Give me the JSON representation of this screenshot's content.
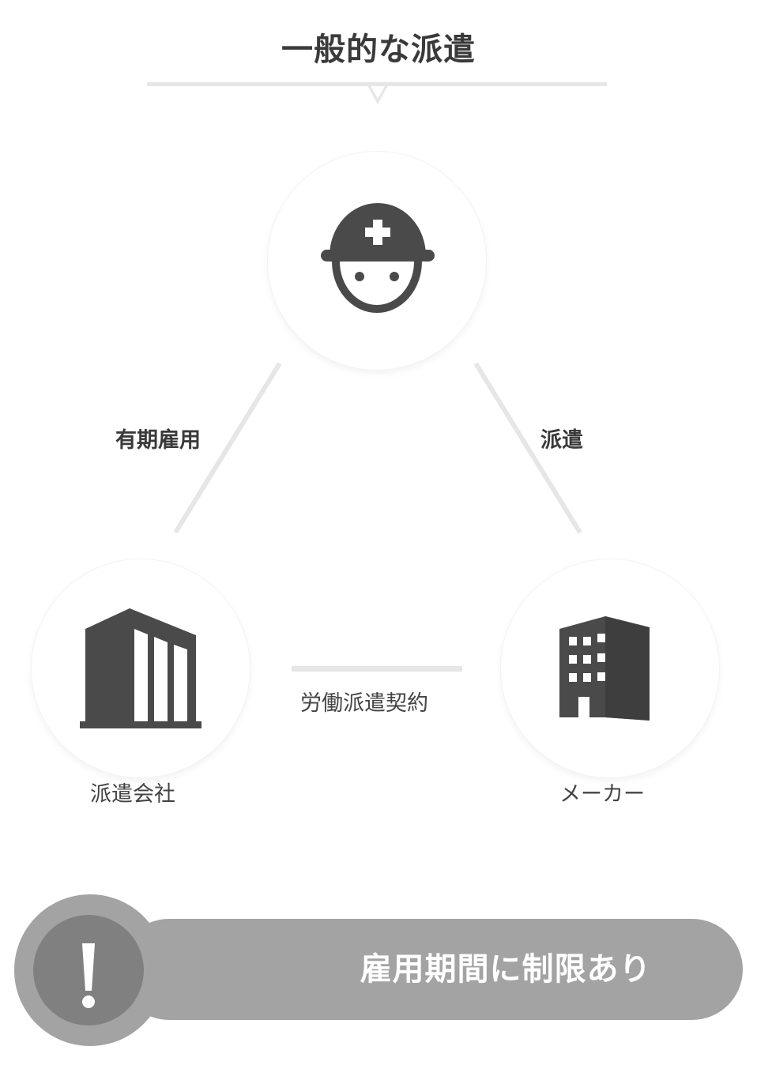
{
  "title": "一般的な派遣",
  "nodes": {
    "worker": {
      "icon": "hardhat-worker-icon"
    },
    "agency": {
      "label": "派遣会社",
      "icon": "tall-building-icon"
    },
    "maker": {
      "label": "メーカー",
      "icon": "office-building-icon"
    }
  },
  "edges": {
    "worker_agency": "有期雇用",
    "worker_maker": "派遣",
    "agency_maker": "労働派遣契約"
  },
  "notice": {
    "text": "雇用期間に制限あり",
    "icon": "exclamation-icon"
  },
  "colors": {
    "icon": "#4a4a4a",
    "line": "#e6e6e6",
    "banner": "#a3a3a3",
    "badge": "#808080"
  }
}
